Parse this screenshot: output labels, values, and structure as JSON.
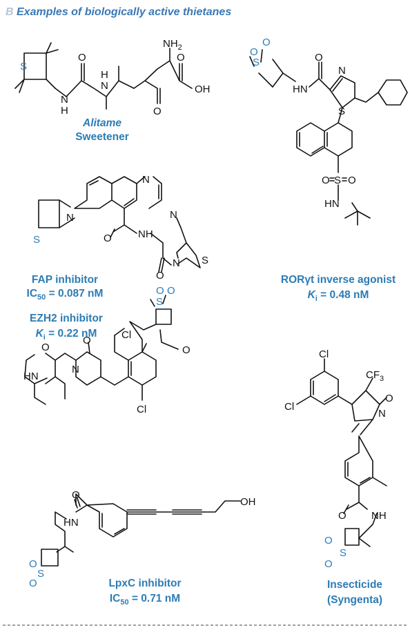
{
  "header": {
    "letter": "B",
    "title": "Examples of biologically active thietanes"
  },
  "atoms": {
    "S": "S",
    "N": "N",
    "H": "H",
    "O": "O",
    "HN": "HN",
    "NH": "NH",
    "NH2_N": "NH",
    "NH2_sub": "2",
    "OH": "OH",
    "Cl": "Cl",
    "CF": "CF",
    "CF_sub": "3",
    "ONH": "O"
  },
  "compounds": {
    "alitame": {
      "name": "Alitame",
      "activity": "Sweetener"
    },
    "fap": {
      "name": "FAP inhibitor",
      "metric": "IC",
      "metric_sub": "50",
      "value": " = 0.087 nM"
    },
    "ror": {
      "name": "RORγt inverse agonist",
      "metric": "K",
      "metric_sub": "i",
      "value": " = 0.48 nM"
    },
    "ezh2": {
      "name": "EZH2 inhibitor",
      "metric": "K",
      "metric_sub": "i",
      "value": " = 0.22 nM"
    },
    "lpxc": {
      "name": "LpxC inhibitor",
      "metric": "IC",
      "metric_sub": "50",
      "value": " = 0.71 nM"
    },
    "insect": {
      "name": "Insecticide",
      "activity": "(Syngenta)"
    }
  },
  "colors": {
    "accent": "#2c7cb5",
    "heading": "#3a78b5",
    "bond": "#111111"
  }
}
